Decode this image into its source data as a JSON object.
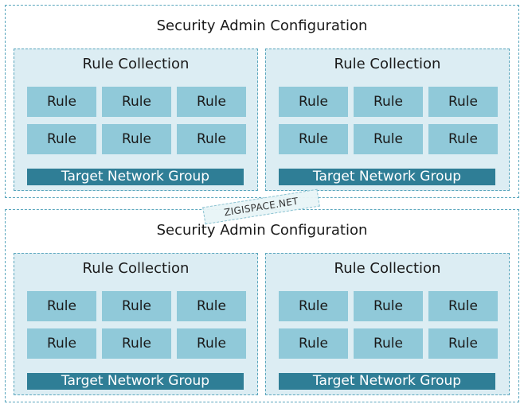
{
  "configs": [
    {
      "title": "Security Admin Configuration",
      "collections": [
        {
          "title": "Rule Collection",
          "rules": [
            "Rule",
            "Rule",
            "Rule",
            "Rule",
            "Rule",
            "Rule"
          ],
          "target": "Target Network Group"
        },
        {
          "title": "Rule Collection",
          "rules": [
            "Rule",
            "Rule",
            "Rule",
            "Rule",
            "Rule",
            "Rule"
          ],
          "target": "Target Network Group"
        }
      ]
    },
    {
      "title": "Security Admin Configuration",
      "collections": [
        {
          "title": "Rule Collection",
          "rules": [
            "Rule",
            "Rule",
            "Rule",
            "Rule",
            "Rule",
            "Rule"
          ],
          "target": "Target Network Group"
        },
        {
          "title": "Rule Collection",
          "rules": [
            "Rule",
            "Rule",
            "Rule",
            "Rule",
            "Rule",
            "Rule"
          ],
          "target": "Target Network Group"
        }
      ]
    }
  ],
  "watermark": "ZIGISPACE.NET",
  "colors": {
    "border": "#5aa6bd",
    "collection_bg": "#dcedf3",
    "rule_bg": "#90c9d9",
    "target_bg": "#2f7e96"
  }
}
